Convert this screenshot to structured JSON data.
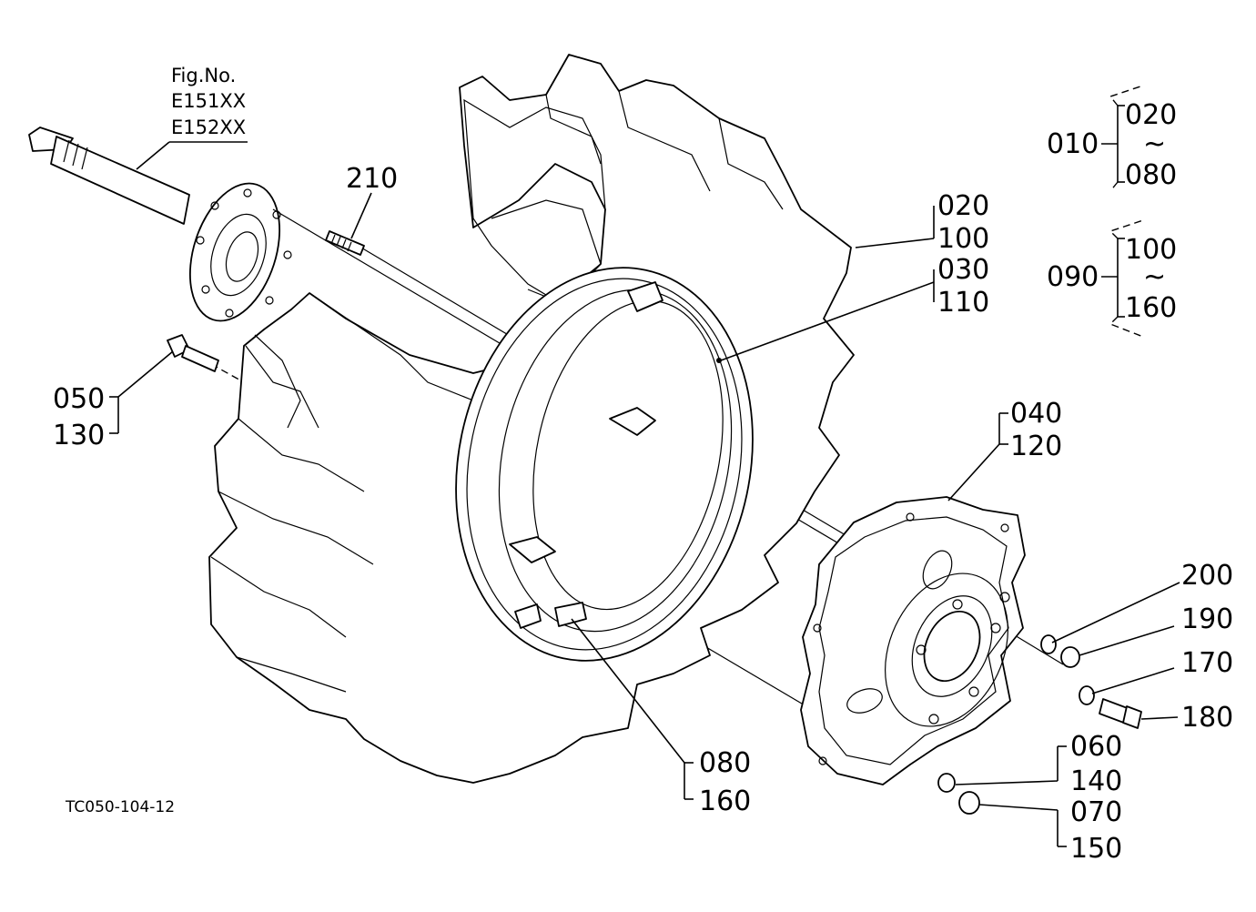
{
  "figure": {
    "fig_no_label": "Fig.No.",
    "fig_numbers": [
      "E151XX",
      "E152XX"
    ],
    "drawing_code": "TC050-104-12"
  },
  "callouts": {
    "c210": "210",
    "c020_100": [
      "020",
      "100"
    ],
    "c030_110": [
      "030",
      "110"
    ],
    "c050_130": [
      "050",
      "130"
    ],
    "c040_120": [
      "040",
      "120"
    ],
    "c080_160": [
      "080",
      "160"
    ],
    "c060_140": [
      "060",
      "140"
    ],
    "c070_150": [
      "070",
      "150"
    ],
    "c200": "200",
    "c190": "190",
    "c170": "170",
    "c180": "180"
  },
  "groups": [
    {
      "parent": "010",
      "from": "020",
      "tilde": "~",
      "to": "080"
    },
    {
      "parent": "090",
      "from": "100",
      "tilde": "~",
      "to": "160"
    }
  ]
}
